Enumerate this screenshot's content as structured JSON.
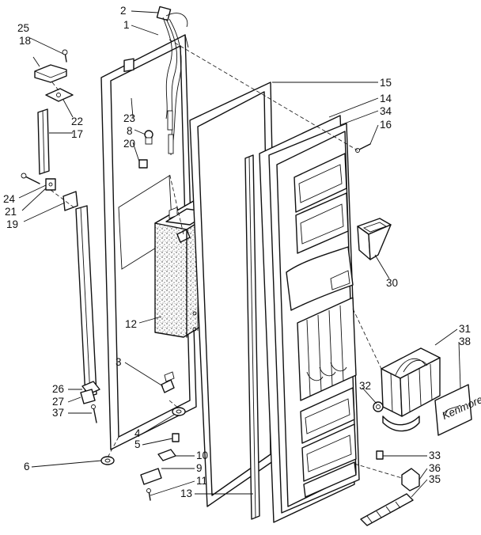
{
  "callouts": [
    {
      "id": "c2",
      "text": "2"
    },
    {
      "id": "c1",
      "text": "1"
    },
    {
      "id": "c25",
      "text": "25"
    },
    {
      "id": "c18",
      "text": "18"
    },
    {
      "id": "c22",
      "text": "22"
    },
    {
      "id": "c17",
      "text": "17"
    },
    {
      "id": "c23",
      "text": "23"
    },
    {
      "id": "c8",
      "text": "8"
    },
    {
      "id": "c20",
      "text": "20"
    },
    {
      "id": "c24",
      "text": "24"
    },
    {
      "id": "c21",
      "text": "21"
    },
    {
      "id": "c19",
      "text": "19"
    },
    {
      "id": "c15",
      "text": "15"
    },
    {
      "id": "c14",
      "text": "14"
    },
    {
      "id": "c34",
      "text": "34"
    },
    {
      "id": "c16",
      "text": "16"
    },
    {
      "id": "c30",
      "text": "30"
    },
    {
      "id": "c12",
      "text": "12"
    },
    {
      "id": "c3",
      "text": "3"
    },
    {
      "id": "c31",
      "text": "31"
    },
    {
      "id": "c38",
      "text": "38"
    },
    {
      "id": "c26",
      "text": "26"
    },
    {
      "id": "c27",
      "text": "27"
    },
    {
      "id": "c37",
      "text": "37"
    },
    {
      "id": "c32",
      "text": "32"
    },
    {
      "id": "c4",
      "text": "4"
    },
    {
      "id": "c5",
      "text": "5"
    },
    {
      "id": "c6",
      "text": "6"
    },
    {
      "id": "c10",
      "text": "10"
    },
    {
      "id": "c9",
      "text": "9"
    },
    {
      "id": "c11",
      "text": "11"
    },
    {
      "id": "c33",
      "text": "33"
    },
    {
      "id": "c36",
      "text": "36"
    },
    {
      "id": "c35",
      "text": "35"
    },
    {
      "id": "c13",
      "text": "13"
    }
  ]
}
